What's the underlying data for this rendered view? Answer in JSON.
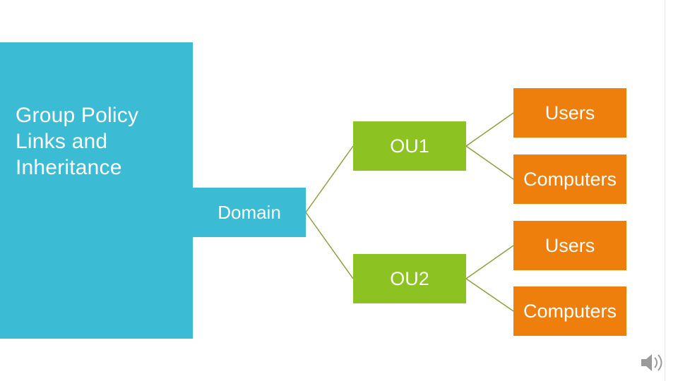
{
  "slide": {
    "title": "Group Policy Links and Inheritance",
    "background_color": "#FFFFFF"
  },
  "colors": {
    "title_panel": "#3CBCD4",
    "domain_node": "#3CBCD4",
    "ou_node": "#8CC222",
    "leaf_node": "#EE7F0D",
    "connector_line": "#8CA03C",
    "text": "#FFFFFF"
  },
  "diagram": {
    "type": "hierarchy",
    "nodes": [
      {
        "id": "domain",
        "label": "Domain",
        "level": 0,
        "color": "#3CBCD4"
      },
      {
        "id": "ou1",
        "label": "OU1",
        "level": 1,
        "color": "#8CC222"
      },
      {
        "id": "ou2",
        "label": "OU2",
        "level": 1,
        "color": "#8CC222"
      },
      {
        "id": "ou1-users",
        "label": "Users",
        "level": 2,
        "color": "#EE7F0D"
      },
      {
        "id": "ou1-computers",
        "label": "Computers",
        "level": 2,
        "color": "#EE7F0D"
      },
      {
        "id": "ou2-users",
        "label": "Users",
        "level": 2,
        "color": "#EE7F0D"
      },
      {
        "id": "ou2-computers",
        "label": "Computers",
        "level": 2,
        "color": "#EE7F0D"
      }
    ],
    "edges": [
      {
        "from": "domain",
        "to": "ou1"
      },
      {
        "from": "domain",
        "to": "ou2"
      },
      {
        "from": "ou1",
        "to": "ou1-users"
      },
      {
        "from": "ou1",
        "to": "ou1-computers"
      },
      {
        "from": "ou2",
        "to": "ou2-users"
      },
      {
        "from": "ou2",
        "to": "ou2-computers"
      }
    ]
  },
  "media": {
    "speaker_icon": "speaker-icon"
  }
}
